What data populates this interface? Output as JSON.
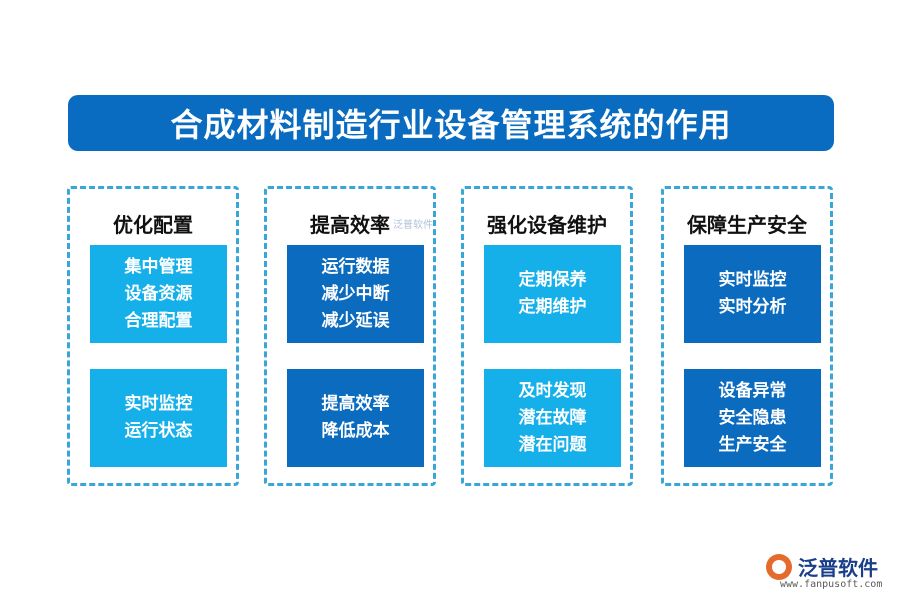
{
  "title": "合成材料制造行业设备管理系统的作用",
  "columns": [
    {
      "heading": "优化配置",
      "boxes": [
        {
          "lines": [
            "集中管理",
            "设备资源",
            "合理配置"
          ],
          "tone": "light"
        },
        {
          "lines": [
            "实时监控",
            "运行状态"
          ],
          "tone": "light"
        }
      ]
    },
    {
      "heading": "提高效率",
      "boxes": [
        {
          "lines": [
            "运行数据",
            "减少中断",
            "减少延误"
          ],
          "tone": "dark"
        },
        {
          "lines": [
            "提高效率",
            "降低成本"
          ],
          "tone": "dark"
        }
      ]
    },
    {
      "heading": "强化设备维护",
      "boxes": [
        {
          "lines": [
            "定期保养",
            "定期维护"
          ],
          "tone": "light"
        },
        {
          "lines": [
            "及时发现",
            "潜在故障",
            "潜在问题"
          ],
          "tone": "light"
        }
      ]
    },
    {
      "heading": "保障生产安全",
      "boxes": [
        {
          "lines": [
            "实时监控",
            "实时分析"
          ],
          "tone": "dark"
        },
        {
          "lines": [
            "设备异常",
            "安全隐患",
            "生产安全"
          ],
          "tone": "dark"
        }
      ]
    }
  ],
  "watermark": "泛普软件",
  "logo": {
    "name": "泛普软件",
    "url": "www.fanpusoft.com"
  },
  "colors": {
    "title_bg": "#0a6cc0",
    "light_box": "#15b0ea",
    "dark_box": "#0b6bbe",
    "dash_border": "#3aa6d8"
  }
}
